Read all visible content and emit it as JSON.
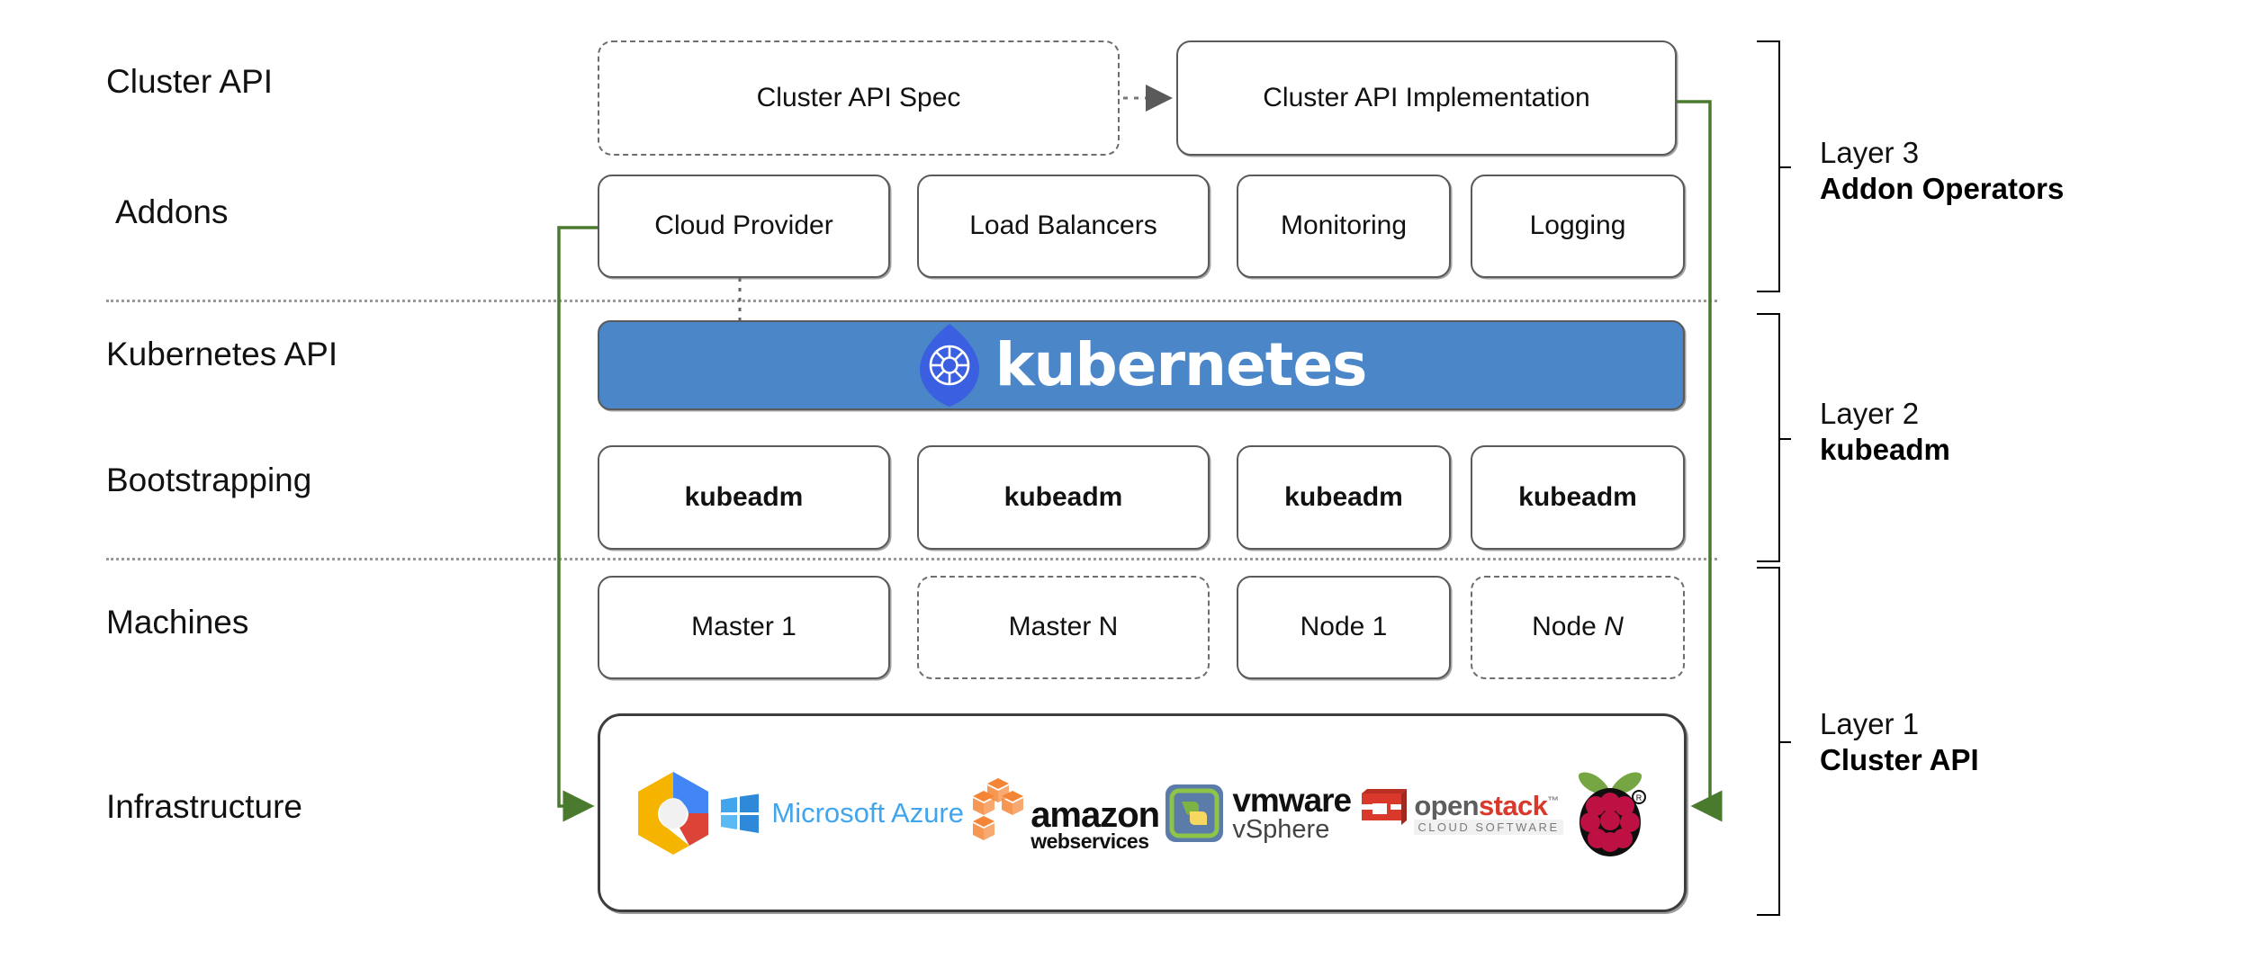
{
  "diagram": {
    "title": "Kubernetes Cluster API Layered Architecture",
    "accent_green": "#4a7a2d",
    "k8s_blue": "#4a86c8",
    "border_gray": "#5a5a5a"
  },
  "row_labels": [
    {
      "id": "cluster-api",
      "text": "Cluster API"
    },
    {
      "id": "addons",
      "text": "Addons"
    },
    {
      "id": "kubernetes-api",
      "text": "Kubernetes API"
    },
    {
      "id": "bootstrapping",
      "text": "Bootstrapping"
    },
    {
      "id": "machines",
      "text": "Machines"
    },
    {
      "id": "infrastructure",
      "text": "Infrastructure"
    }
  ],
  "cluster_api_row": {
    "spec_box": {
      "text": "Cluster API Spec",
      "style": "dashed"
    },
    "implementation_box": {
      "text": "Cluster API Implementation",
      "style": "solid"
    },
    "connector": "dotted-arrow-right"
  },
  "addons_row": {
    "boxes": [
      {
        "text": "Cloud Provider",
        "style": "solid"
      },
      {
        "text": "Load Balancers",
        "style": "solid"
      },
      {
        "text": "Monitoring",
        "style": "solid"
      },
      {
        "text": "Logging",
        "style": "solid"
      }
    ]
  },
  "kubernetes_row": {
    "wordmark": "kubernetes",
    "logo_icon": "kubernetes-helm-icon"
  },
  "bootstrapping_row": {
    "boxes": [
      {
        "text": "kubeadm",
        "style": "solid"
      },
      {
        "text": "kubeadm",
        "style": "solid"
      },
      {
        "text": "kubeadm",
        "style": "solid"
      },
      {
        "text": "kubeadm",
        "style": "solid"
      }
    ]
  },
  "machines_row": {
    "boxes": [
      {
        "text": "Master 1",
        "italic_tail": "",
        "style": "solid"
      },
      {
        "text": "Master N",
        "italic_tail": "",
        "style": "dashed"
      },
      {
        "text": "Node 1",
        "italic_tail": "",
        "style": "solid"
      },
      {
        "text": "Node ",
        "italic_tail": "N",
        "style": "dashed"
      }
    ]
  },
  "infrastructure_row": {
    "providers": [
      {
        "name": "google-cloud-platform-icon",
        "label": "Google Cloud Platform"
      },
      {
        "name": "microsoft-azure-icon",
        "label": "Microsoft Azure"
      },
      {
        "name": "amazon-web-services-icon",
        "label": "amazon web services"
      },
      {
        "name": "vmware-vsphere-icon",
        "label": "vmware vSphere"
      },
      {
        "name": "openstack-icon",
        "label": "openstack CLOUD SOFTWARE"
      },
      {
        "name": "raspberry-pi-icon",
        "label": "Raspberry Pi"
      }
    ],
    "azure_text": "Microsoft Azure",
    "aws_text_top": "amazon",
    "aws_text_bottom": "webservices",
    "vmware_text_top": "vmware",
    "vmware_text_bottom": "vSphere",
    "openstack_text_a": "open",
    "openstack_text_b": "stack",
    "openstack_tm": "™",
    "openstack_sub": "CLOUD SOFTWARE",
    "rpi_tm": "®"
  },
  "layers": [
    {
      "id": "layer-3",
      "number": "Layer 3",
      "name": "Addon Operators"
    },
    {
      "id": "layer-2",
      "number": "Layer 2",
      "name": "kubeadm"
    },
    {
      "id": "layer-1",
      "number": "Layer 1",
      "name": "Cluster API"
    }
  ]
}
